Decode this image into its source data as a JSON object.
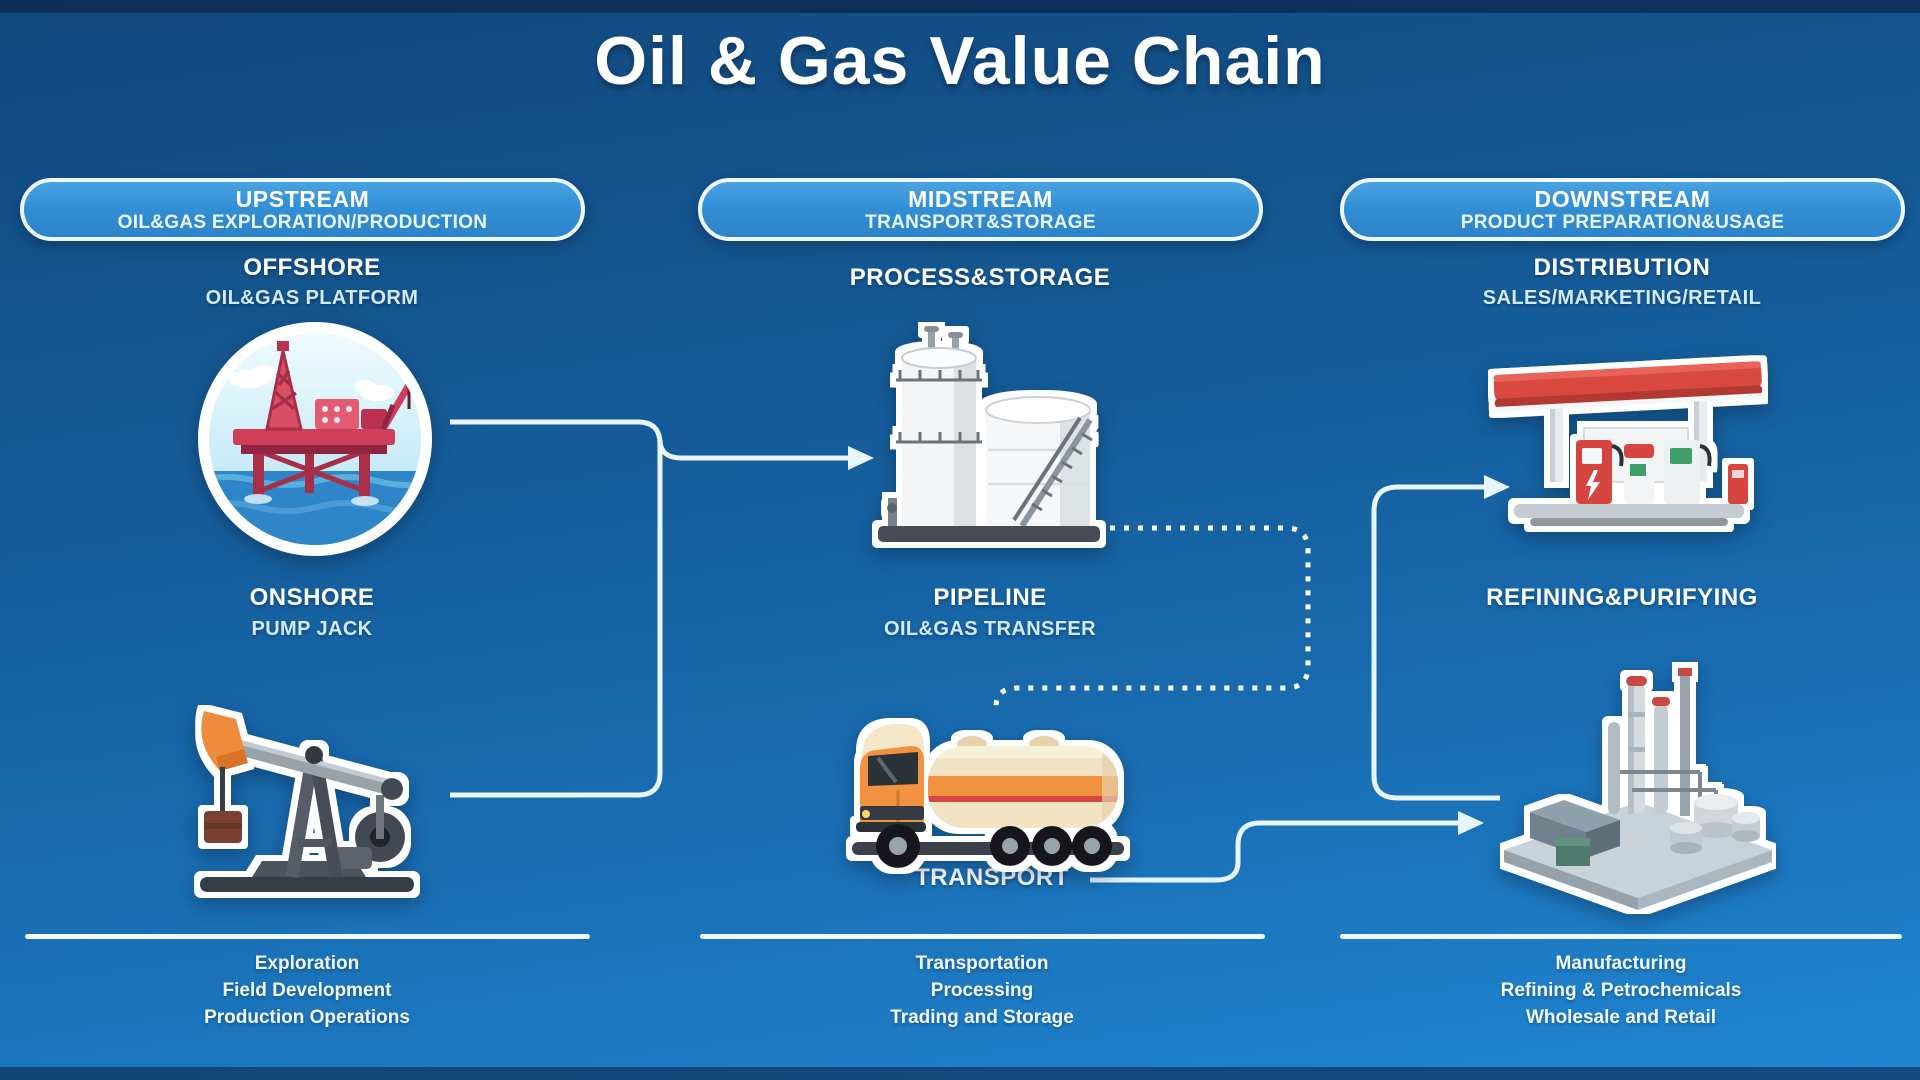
{
  "title": "Oil & Gas Value Chain",
  "colors": {
    "background_top": "#12497f",
    "background_bottom": "#2186d2",
    "pill_fill": "#3390d6",
    "pill_border": "#edf8fe",
    "connector": "#e8f5fc",
    "dotted_connector": "#ffffff",
    "accent_red": "#d6453f",
    "accent_orange": "#f0923f",
    "text_primary": "#ffffff",
    "text_secondary": "#d2eaf9"
  },
  "columns": [
    {
      "id": "upstream",
      "header": {
        "line1": "UPSTREAM",
        "line2": "OIL&GAS EXPLORATION/PRODUCTION"
      },
      "sections": [
        {
          "title": "OFFSHORE",
          "subtitle": "OIL&GAS PLATFORM",
          "icon": "oil-platform-illustration"
        },
        {
          "title": "ONSHORE",
          "subtitle": "PUMP JACK",
          "icon": "pump-jack-illustration"
        }
      ],
      "footer": [
        "Exploration",
        "Field Development",
        "Production Operations"
      ]
    },
    {
      "id": "midstream",
      "header": {
        "line1": "MIDSTREAM",
        "line2": "TRANSPORT&STORAGE"
      },
      "sections": [
        {
          "title": "PROCESS&STORAGE",
          "icon": "storage-tanks-illustration"
        },
        {
          "title": "PIPELINE",
          "subtitle": "OIL&GAS TRANSFER"
        },
        {
          "title": "TRANSPORT",
          "icon": "tanker-truck-illustration"
        }
      ],
      "footer": [
        "Transportation",
        "Processing",
        "Trading and Storage"
      ]
    },
    {
      "id": "downstream",
      "header": {
        "line1": "DOWNSTREAM",
        "line2": "PRODUCT PREPARATION&USAGE"
      },
      "sections": [
        {
          "title": "DISTRIBUTION",
          "subtitle": "SALES/MARKETING/RETAIL",
          "icon": "gas-station-illustration"
        },
        {
          "title": "REFINING&PURIFYING",
          "icon": "refinery-illustration"
        }
      ],
      "footer": [
        "Manufacturing",
        "Refining & Petrochemicals",
        "Wholesale and Retail"
      ]
    }
  ]
}
